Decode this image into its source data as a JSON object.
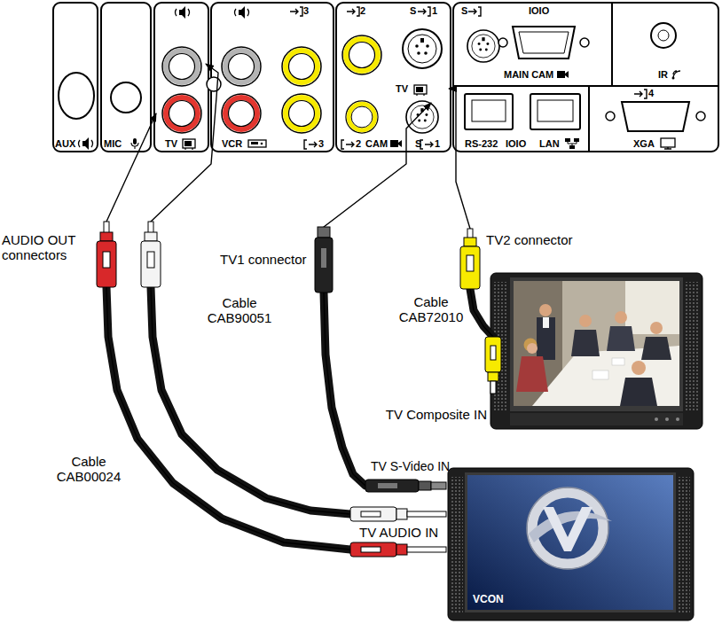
{
  "diagram": {
    "nodes": [
      {
        "text": [
          "TV"
        ]
      },
      {
        "text": [
          "TV"
        ]
      },
      {
        "text": [
          "TV Composite IN"
        ]
      },
      {
        "text": [
          "VCON"
        ]
      }
    ],
    "edges": [
      {
        "from": 3,
        "to": 0,
        "arrow": "to"
      },
      {
        "from": 3,
        "to": 0,
        "arrow": "to"
      },
      {
        "from": 3,
        "to": 1,
        "arrow": "to"
      },
      {
        "from": 2,
        "to": 1,
        "arrow": "to"
      }
    ],
    "labels": [
      "AUX",
      "MIC",
      "VCR",
      "3",
      "3",
      "2",
      "S",
      "1",
      "2",
      "CAM",
      "S",
      "1",
      "S",
      "IOIO",
      "MAIN CAM",
      "IR",
      "4",
      "RS-232",
      "IOIO",
      "LAN",
      "XGA",
      "AUDIO OUT connectors",
      "TV1 connector",
      "Cable CAB90051",
      "TV2 connector",
      "Cable CAB72010",
      "Cable CAB00024",
      "TV S-Video IN",
      "TV AUDIO IN"
    ]
  }
}
